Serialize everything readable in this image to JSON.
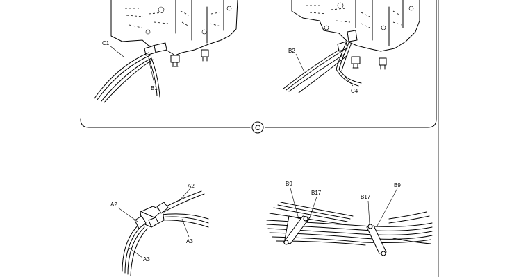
{
  "section_marker": "C",
  "labels": {
    "c1": "C1",
    "b1": "B1",
    "b2": "B2",
    "c4": "C4",
    "a2_top": "A2",
    "a2_left": "A2",
    "a3_mid": "A3",
    "a3_bottom": "A3",
    "b9_left": "B9",
    "b17_left": "B17",
    "b17_right": "B17",
    "b9_right": "B9"
  }
}
